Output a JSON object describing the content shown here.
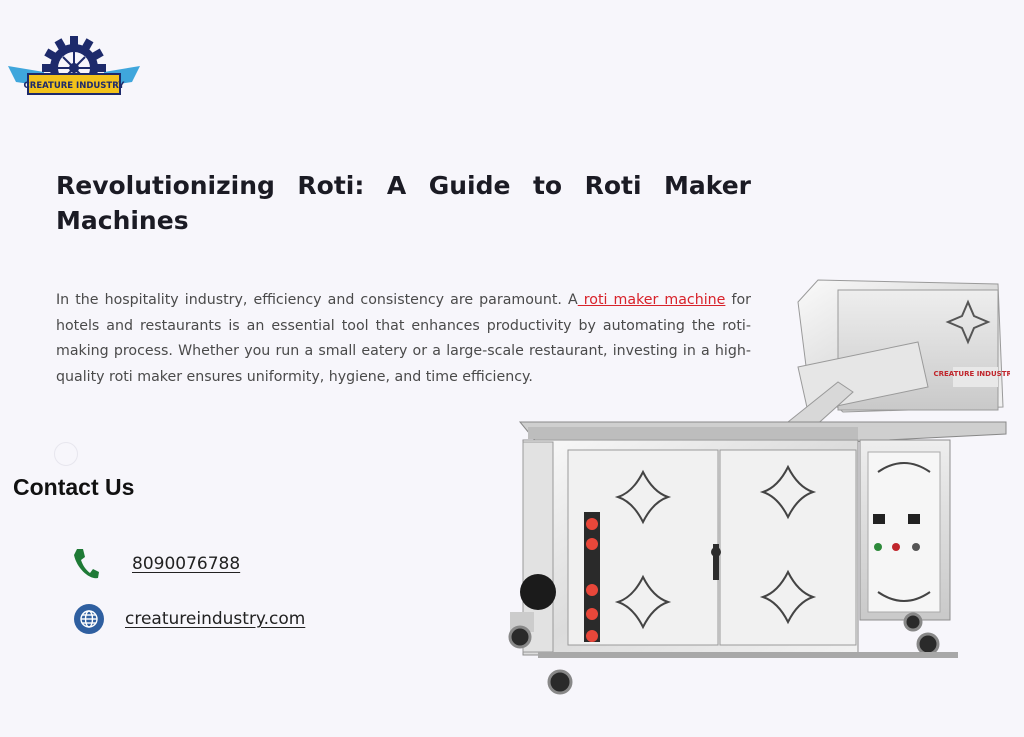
{
  "brand": {
    "logo_text": "CREATURE INDUSTRY",
    "machine_label": "CREATURE INDUSTRY",
    "colors": {
      "logo_gear": "#1d2a6b",
      "logo_banner": "#f2c21b",
      "logo_wings": "#3fa6dc"
    }
  },
  "article": {
    "title": "Revolutionizing Roti: A Guide to Roti Maker Machines",
    "intro_before_link": "In the hospitality industry, efficiency and consistency are paramount. A",
    "link_text": " roti maker machine",
    "intro_after_link": " for hotels and restaurants is an essential tool that enhances productivity by automating the roti-making process. Whether you run a small eatery or a large-scale restaurant, investing in a high-quality roti maker ensures uniformity, hygiene, and time efficiency.",
    "link_color": "#d8222a"
  },
  "contact": {
    "title": "Contact Us",
    "phone": "8090076788",
    "website": "creatureindustry.com",
    "icons": {
      "phone": "phone-icon",
      "website": "globe-icon"
    }
  }
}
